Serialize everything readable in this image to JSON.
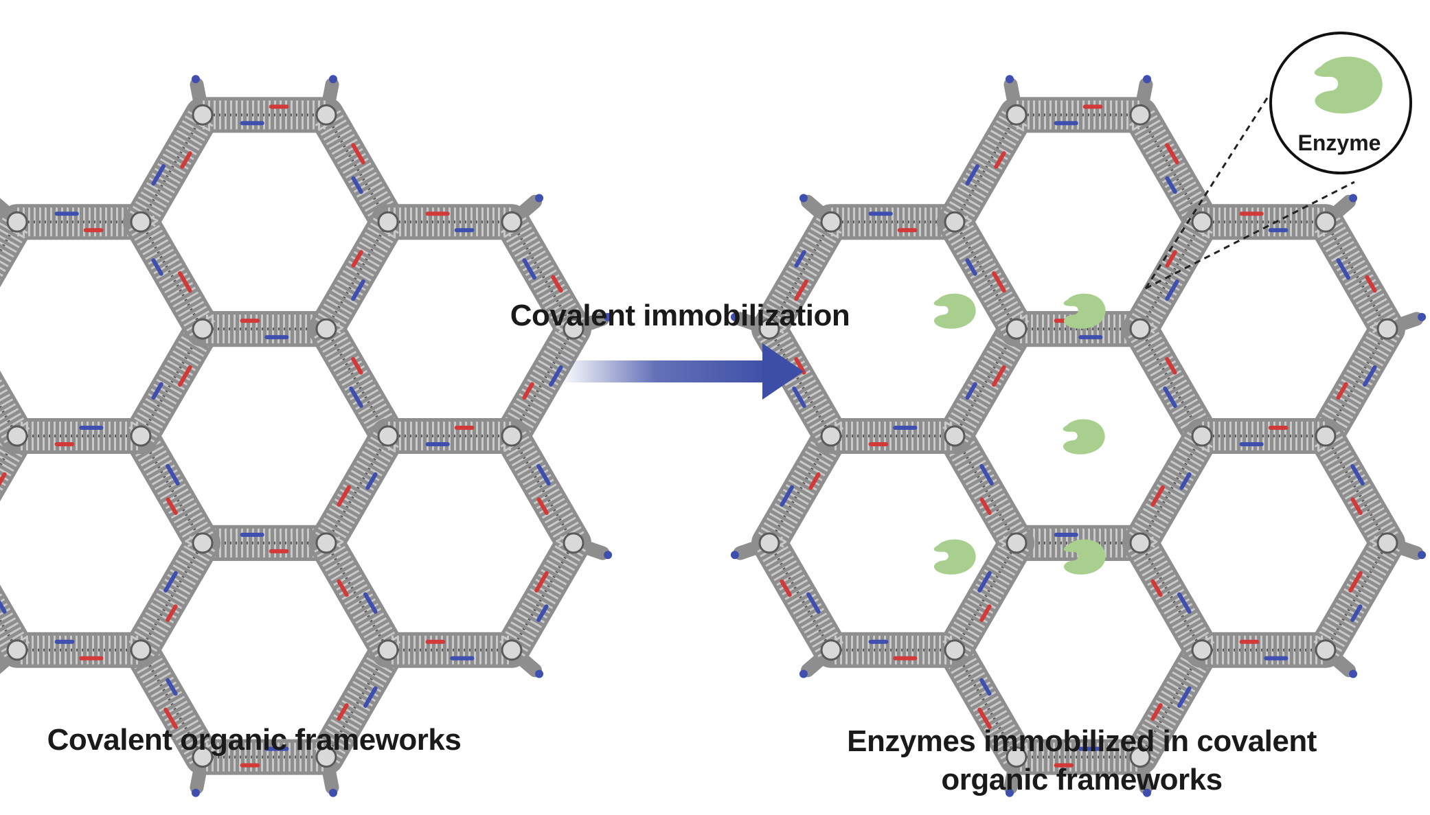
{
  "diagram": {
    "labels": {
      "left": "Covalent organic frameworks",
      "arrow": "Covalent immobilization",
      "right_line1": "Enzymes immobilized in covalent",
      "right_line2": "organic frameworks",
      "zoom": "Enzyme"
    },
    "colors": {
      "framework_gray": "#8e8e8e",
      "framework_dark": "#5a5a5a",
      "bond_blue": "#3f4fb0",
      "bond_red": "#d23a3a",
      "arrow_blue": "#3d4ea6",
      "enzyme_green": "#a9cf8f"
    }
  }
}
